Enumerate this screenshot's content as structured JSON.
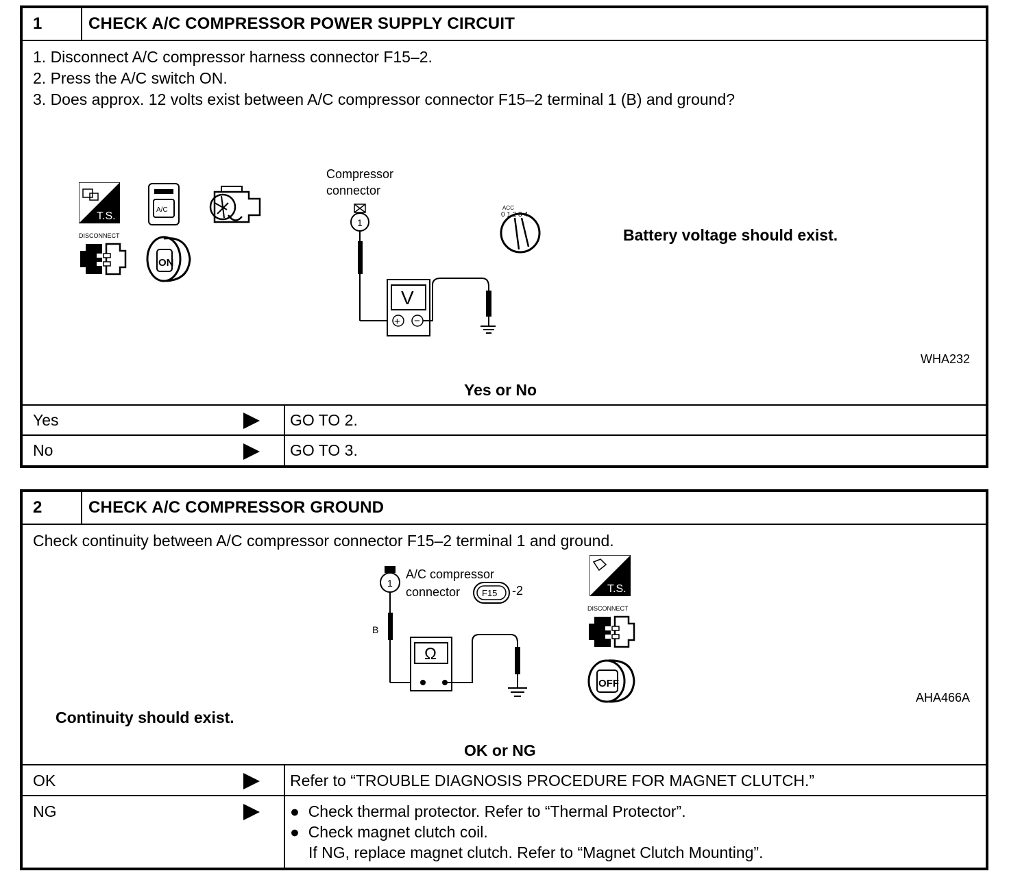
{
  "step1": {
    "number": "1",
    "title": "CHECK A/C COMPRESSOR POWER SUPPLY CIRCUIT",
    "instructions": [
      "1.  Disconnect A/C compressor harness connector F15–2.",
      "2.  Press the A/C switch ON.",
      "3.  Does approx. 12 volts exist between A/C compressor connector F15–2 terminal 1 (B) and ground?"
    ],
    "figure": {
      "connector_label_line1": "Compressor",
      "connector_label_line2": "connector",
      "terminal": "1",
      "meter": "V",
      "plus": "+",
      "minus": "−",
      "ts_label": "T.S.",
      "ac_label": "A/C",
      "disconnect_label": "DISCONNECT",
      "on_label": "ON",
      "ignition_positions": "0 1 2 3 4",
      "ignition_acc": "ACC",
      "expected": "Battery voltage should exist.",
      "figure_id": "WHA232"
    },
    "question": "Yes or No",
    "outcomes": [
      {
        "answer": "Yes",
        "action": "GO TO 2."
      },
      {
        "answer": "No",
        "action": "GO TO 3."
      }
    ]
  },
  "step2": {
    "number": "2",
    "title": "CHECK A/C COMPRESSOR GROUND",
    "instruction": "Check continuity between A/C compressor connector F15–2 terminal 1 and ground.",
    "figure": {
      "connector_label_line1": "A/C compressor",
      "connector_label_line2": "connector",
      "connector_code": "F15",
      "connector_suffix": "-2",
      "terminal": "1",
      "wire": "B",
      "meter": "Ω",
      "ts_label": "T.S.",
      "disconnect_label": "DISCONNECT",
      "off_label": "OFF",
      "figure_id": "AHA466A"
    },
    "expected": "Continuity should exist.",
    "question": "OK or NG",
    "outcomes": [
      {
        "answer": "OK",
        "action": "Refer to “TROUBLE DIAGNOSIS PROCEDURE FOR MAGNET CLUTCH.”"
      },
      {
        "answer": "NG",
        "bullets": [
          "Check thermal protector. Refer to “Thermal Protector”.",
          "Check magnet clutch coil."
        ],
        "continuation": "If NG, replace magnet clutch. Refer to “Magnet Clutch Mounting”."
      }
    ]
  }
}
